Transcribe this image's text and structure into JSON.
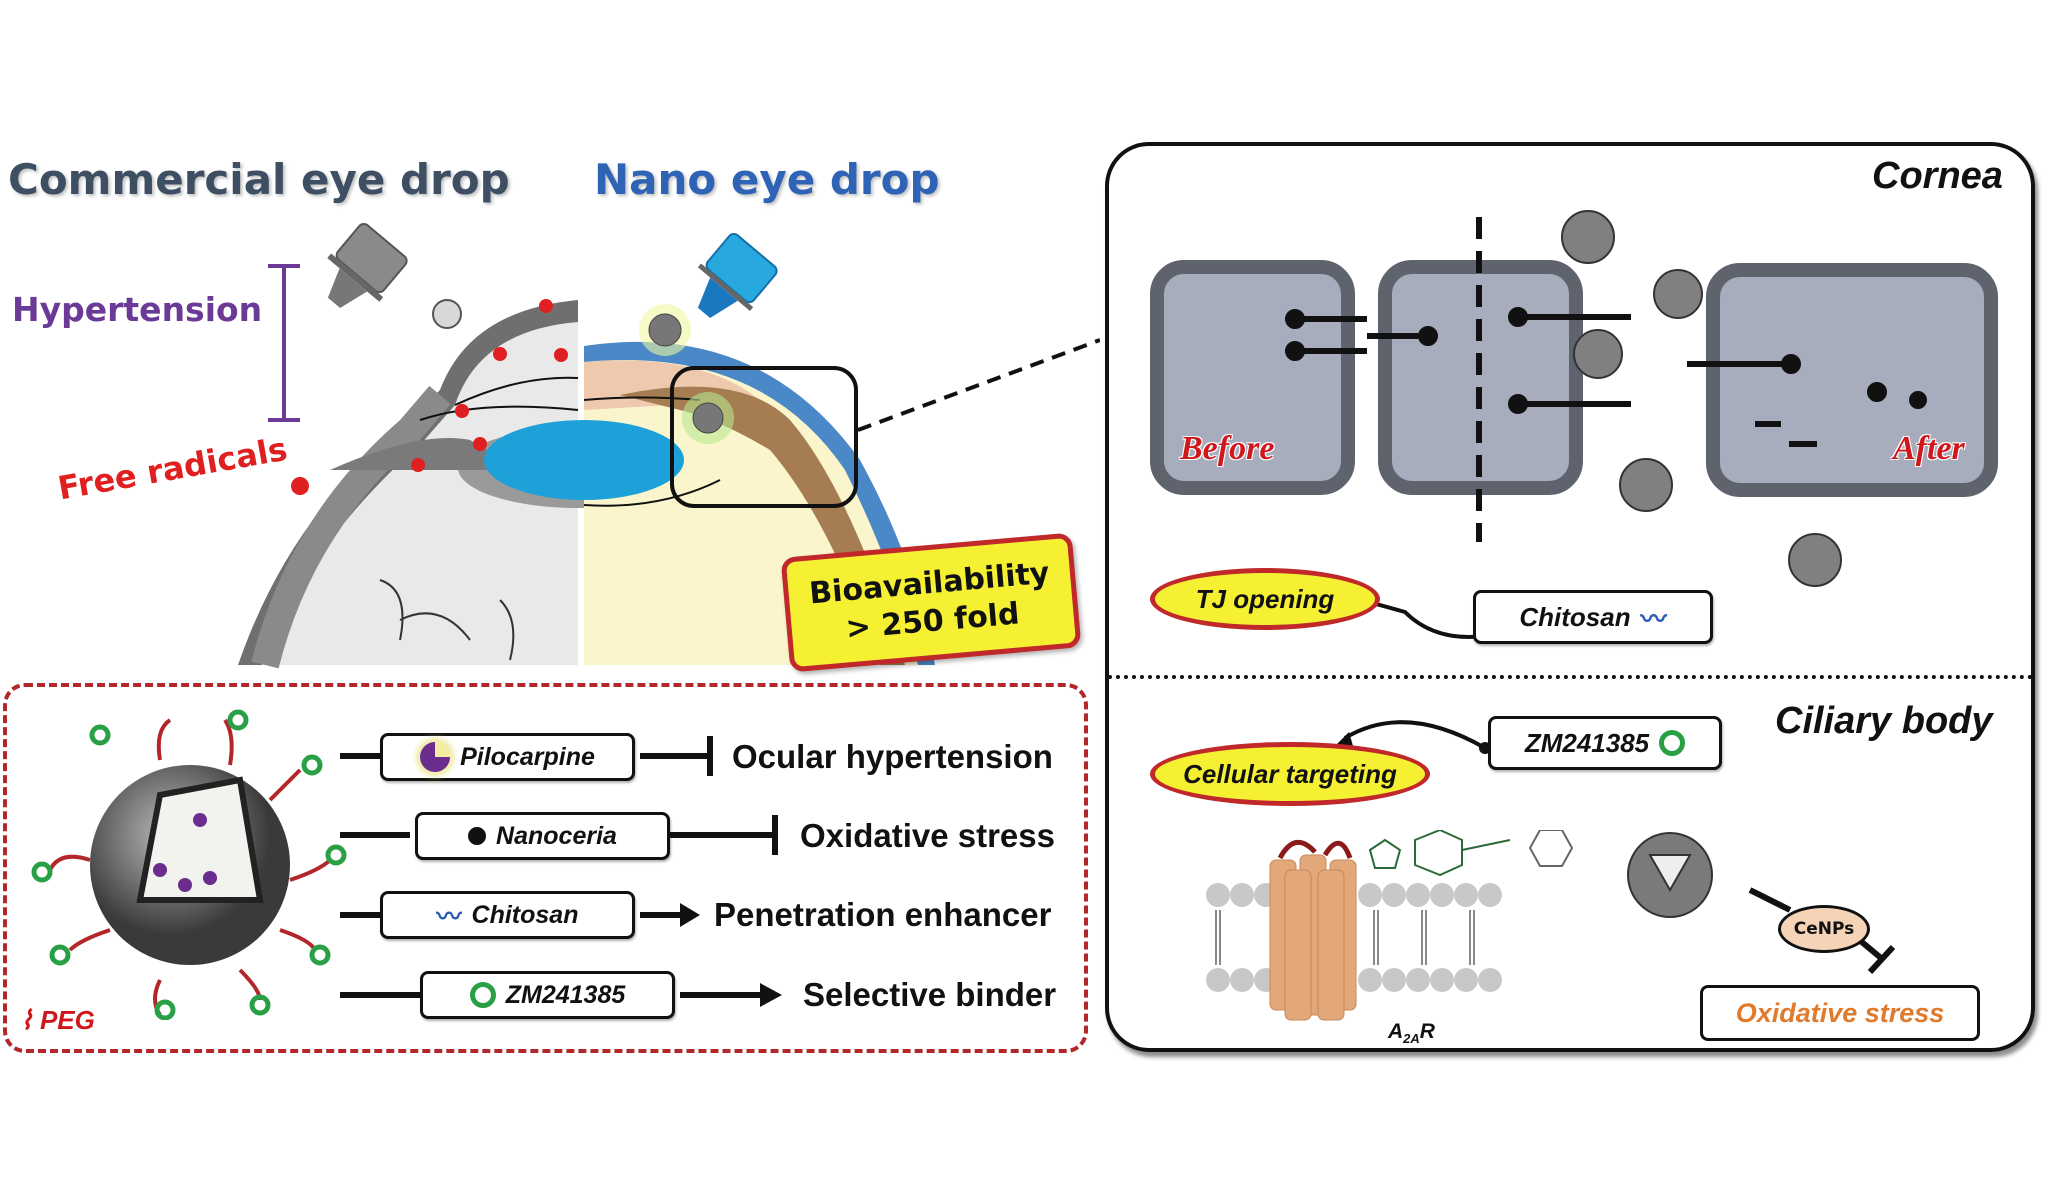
{
  "left_panel": {
    "commercial_title": "Commercial eye drop",
    "nano_title": "Nano eye drop",
    "hypertension_label": "Hypertension",
    "free_radicals_label": "Free radicals",
    "bioavailability_line1": "Bioavailability",
    "bioavailability_line2": "> 250 fold"
  },
  "cornea": {
    "title": "Cornea",
    "before_label": "Before",
    "after_label": "After",
    "effect_label": "TJ opening",
    "agent_label": "Chitosan"
  },
  "ciliary": {
    "title": "Ciliary body",
    "effect_label": "Cellular targeting",
    "agent_label": "ZM241385",
    "receptor_label": "A",
    "receptor_sub": "2A",
    "receptor_suffix": "R",
    "cenps_label": "CeNPs",
    "outcome_label": "Oxidative stress"
  },
  "legend": {
    "peg_label": "PEG",
    "rows": [
      {
        "component": "Pilocarpine",
        "icon": "pilocarpine-icon",
        "relation": "inhibits",
        "effect": "Ocular hypertension"
      },
      {
        "component": "Nanoceria",
        "icon": "nanoceria-dot-icon",
        "relation": "inhibits",
        "effect": "Oxidative stress"
      },
      {
        "component": "Chitosan",
        "icon": "chitosan-strand-icon",
        "relation": "promotes",
        "effect": "Penetration enhancer"
      },
      {
        "component": "ZM241385",
        "icon": "green-ring-icon",
        "relation": "promotes",
        "effect": "Selective binder"
      }
    ]
  },
  "colors": {
    "commercial_title": "#3f4f63",
    "nano_title": "#2f63b5",
    "hypertension": "#6b3a96",
    "free_radicals": "#e02020",
    "highlight_fill": "#f6f033",
    "highlight_border": "#c0282a",
    "oxidative_stress_text": "#e07a2c"
  }
}
